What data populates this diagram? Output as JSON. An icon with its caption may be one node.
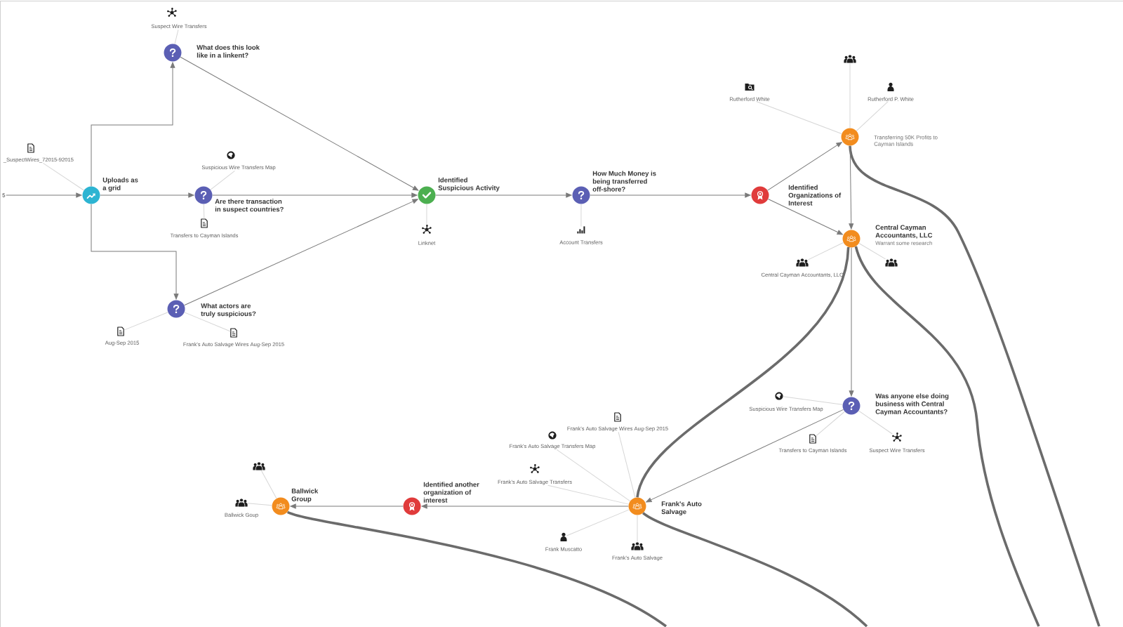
{
  "diagram": {
    "nodes": [
      {
        "text": [
          "5"
        ]
      },
      {
        "text": [
          "Uploads as a grid"
        ]
      },
      {
        "text": [
          "_SuspectWires_72015-92015"
        ]
      },
      {
        "text": [
          "What does this look like in a linkent?"
        ]
      },
      {
        "text": [
          "Suspect Wire Transfers"
        ]
      },
      {
        "text": [
          "Are there transaction in suspect countries?"
        ]
      },
      {
        "text": [
          "Suspicious Wire Transfers Map"
        ]
      },
      {
        "text": [
          "Transfers to Cayman Islands"
        ]
      },
      {
        "text": [
          "What actors are truly suspicious?"
        ]
      },
      {
        "text": [
          "Aug-Sep 2015"
        ]
      },
      {
        "text": [
          "Frank's Auto Salvage Wires Aug-Sep 2015"
        ]
      },
      {
        "text": [
          "Identified Suspicious Activity"
        ]
      },
      {
        "text": [
          "Linknet"
        ]
      },
      {
        "text": [
          "How Much Money is being transferred off-shore?"
        ]
      },
      {
        "text": [
          "Account Transfers"
        ]
      },
      {
        "text": [
          "Identified Organizations of Interest"
        ]
      },
      {
        "text": [
          "Transferring 50K Profits to Cayman Islands"
        ]
      },
      {
        "text": [],
        "shape": "person"
      },
      {
        "text": [
          "Rutherford White"
        ]
      },
      {
        "text": [
          "Rutherford P. White"
        ]
      },
      {
        "text": [
          "Central Cayman Accountants, LLC",
          "Warrant some research"
        ]
      },
      {
        "text": [
          "Central Cayman Accountants, LLC"
        ]
      },
      {
        "text": [],
        "shape": "person"
      },
      {
        "text": [
          "Was anyone else doing business with Central Cayman Accountants?"
        ]
      },
      {
        "text": [
          "Suspicious Wire Transfers Map"
        ]
      },
      {
        "text": [
          "Transfers to Cayman Islands"
        ]
      },
      {
        "text": [
          "Suspect Wire Transfers"
        ]
      },
      {
        "text": [
          "Frank's Auto Salvage"
        ]
      },
      {
        "text": [
          "Frank's Auto Salvage Wires Aug-Sep 2015"
        ]
      },
      {
        "text": [
          "Frank's Auto Salvage Transfers Map"
        ]
      },
      {
        "text": [
          "Frank's Auto Salvage Transfers"
        ]
      },
      {
        "text": [
          "Frank Muscatto"
        ]
      },
      {
        "text": [
          "Frank's Auto Salvage"
        ]
      },
      {
        "text": [
          "Identified another organization of interest"
        ]
      },
      {
        "text": [
          "Ballwick Group"
        ]
      },
      {
        "text": [],
        "shape": "person"
      },
      {
        "text": [
          "Ballwick Goup"
        ]
      }
    ],
    "edges": [
      {
        "from": 0,
        "to": 1,
        "arrow": "to",
        "color": "#7a7a7a"
      },
      {
        "from": 1,
        "to": 3,
        "arrow": "to",
        "color": "#7a7a7a"
      },
      {
        "from": 1,
        "to": 5,
        "arrow": "to",
        "color": "#7a7a7a"
      },
      {
        "from": 1,
        "to": 8,
        "arrow": "to",
        "color": "#7a7a7a"
      },
      {
        "from": 3,
        "to": 11,
        "arrow": "to",
        "color": "#7a7a7a"
      },
      {
        "from": 5,
        "to": 11,
        "arrow": "to",
        "color": "#7a7a7a"
      },
      {
        "from": 8,
        "to": 11,
        "arrow": "to",
        "color": "#7a7a7a"
      },
      {
        "from": 11,
        "to": 13,
        "arrow": "to",
        "color": "#7a7a7a"
      },
      {
        "from": 13,
        "to": 15,
        "arrow": "to",
        "color": "#7a7a7a"
      },
      {
        "from": 15,
        "to": 16,
        "arrow": "to",
        "color": "#7a7a7a"
      },
      {
        "from": 15,
        "to": 20,
        "arrow": "to",
        "color": "#7a7a7a"
      },
      {
        "from": 16,
        "to": 20,
        "arrow": "to",
        "color": "#7a7a7a"
      },
      {
        "from": 20,
        "to": 23,
        "arrow": "to",
        "color": "#7a7a7a"
      },
      {
        "from": 23,
        "to": 27,
        "arrow": "to",
        "color": "#7a7a7a"
      },
      {
        "from": 27,
        "to": 33,
        "arrow": "to",
        "color": "#7a7a7a"
      },
      {
        "from": 33,
        "to": 34,
        "arrow": "to",
        "color": "#7a7a7a"
      },
      {
        "from": 20,
        "to": 27,
        "arrow": "none",
        "style": "thick",
        "color": "#6b6b6b"
      },
      {
        "from": 16,
        "to": null,
        "arrow": "none",
        "style": "thick",
        "color": "#6b6b6b"
      },
      {
        "from": 20,
        "to": null,
        "arrow": "none",
        "style": "thick",
        "color": "#6b6b6b"
      },
      {
        "from": 27,
        "to": null,
        "arrow": "none",
        "style": "thick",
        "color": "#6b6b6b"
      },
      {
        "from": 34,
        "to": null,
        "arrow": "none",
        "style": "thick",
        "color": "#6b6b6b"
      },
      {
        "from": 2,
        "to": 1,
        "arrow": "none"
      },
      {
        "from": 4,
        "to": 3,
        "arrow": "none"
      },
      {
        "from": 6,
        "to": 5,
        "arrow": "none"
      },
      {
        "from": 7,
        "to": 5,
        "arrow": "none"
      },
      {
        "from": 9,
        "to": 8,
        "arrow": "none"
      },
      {
        "from": 10,
        "to": 8,
        "arrow": "none"
      },
      {
        "from": 12,
        "to": 11,
        "arrow": "none"
      },
      {
        "from": 14,
        "to": 13,
        "arrow": "none"
      },
      {
        "from": 17,
        "to": 16,
        "arrow": "none"
      },
      {
        "from": 18,
        "to": 16,
        "arrow": "none"
      },
      {
        "from": 19,
        "to": 16,
        "arrow": "none"
      },
      {
        "from": 21,
        "to": 20,
        "arrow": "none"
      },
      {
        "from": 22,
        "to": 20,
        "arrow": "none"
      },
      {
        "from": 24,
        "to": 23,
        "arrow": "none"
      },
      {
        "from": 25,
        "to": 23,
        "arrow": "none"
      },
      {
        "from": 26,
        "to": 23,
        "arrow": "none"
      },
      {
        "from": 28,
        "to": 27,
        "arrow": "none"
      },
      {
        "from": 29,
        "to": 27,
        "arrow": "none"
      },
      {
        "from": 30,
        "to": 27,
        "arrow": "none"
      },
      {
        "from": 31,
        "to": 27,
        "arrow": "none"
      },
      {
        "from": 32,
        "to": 27,
        "arrow": "none"
      },
      {
        "from": 35,
        "to": 34,
        "arrow": "none"
      },
      {
        "from": 36,
        "to": 34,
        "arrow": "none"
      }
    ]
  }
}
